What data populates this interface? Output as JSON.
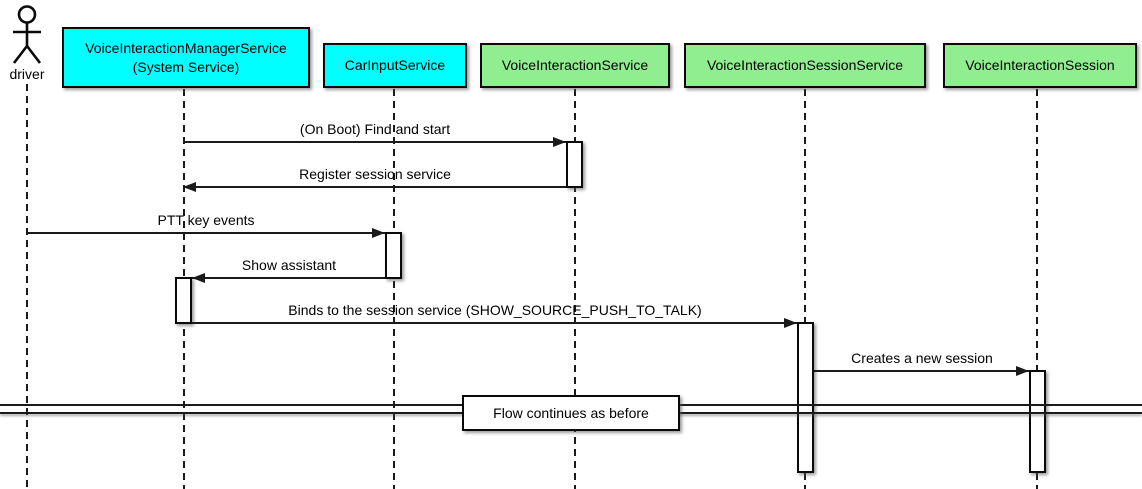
{
  "diagram": {
    "kind": "uml-sequence-diagram",
    "background": "#ffffff",
    "actor": {
      "label": "driver"
    },
    "participants": [
      {
        "label": "VoiceInteractionManagerService",
        "sublabel": "(System Service)",
        "fill": "#00ffff"
      },
      {
        "label": "CarInputService",
        "fill": "#00ffff"
      },
      {
        "label": "VoiceInteractionService",
        "fill": "#90ee90"
      },
      {
        "label": "VoiceInteractionSessionService",
        "fill": "#90ee90"
      },
      {
        "label": "VoiceInteractionSession",
        "fill": "#90ee90"
      }
    ],
    "messages": [
      {
        "from": "VoiceInteractionManagerService",
        "to": "VoiceInteractionService",
        "label": "(On Boot) Find and start"
      },
      {
        "from": "VoiceInteractionService",
        "to": "VoiceInteractionManagerService",
        "label": "Register session service"
      },
      {
        "from": "driver",
        "to": "CarInputService",
        "label": "PTT key events"
      },
      {
        "from": "CarInputService",
        "to": "VoiceInteractionManagerService",
        "label": "Show assistant"
      },
      {
        "from": "VoiceInteractionManagerService",
        "to": "VoiceInteractionSessionService",
        "label": "Binds to the session service (SHOW_SOURCE_PUSH_TO_TALK)"
      },
      {
        "from": "VoiceInteractionSessionService",
        "to": "VoiceInteractionSession",
        "label": "Creates a new session"
      }
    ],
    "divider": {
      "label": "Flow continues as before"
    },
    "colors": {
      "participant_cyan": "#00ffff",
      "participant_green": "#90ee90",
      "line": "#1a1a1a"
    }
  }
}
